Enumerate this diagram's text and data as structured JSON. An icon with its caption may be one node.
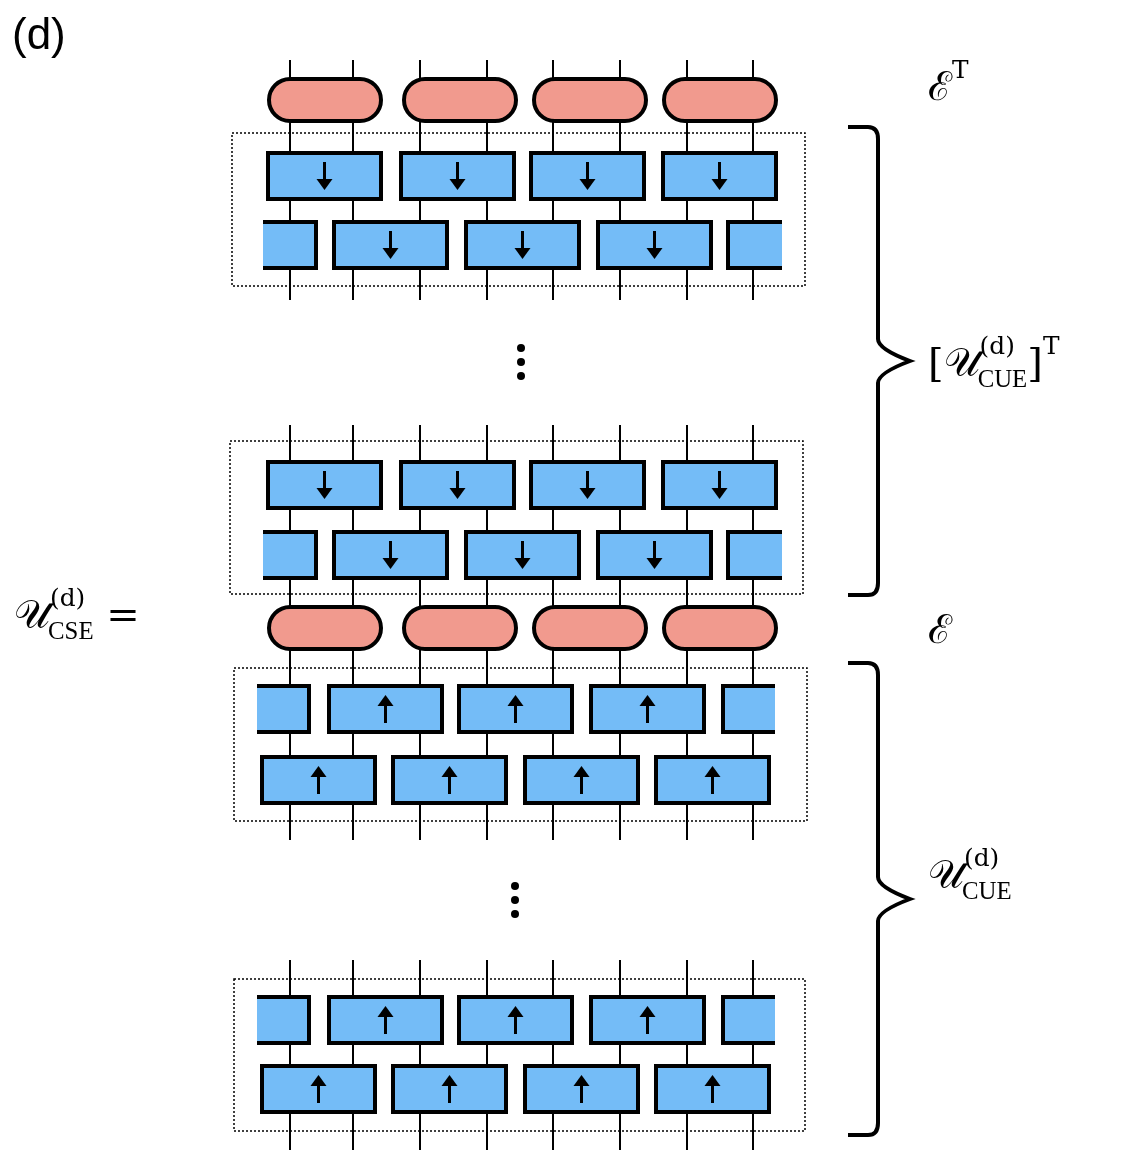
{
  "diagram": {
    "labels": [
      "(d)",
      "ℰ$^{T}$",
      "[𝒰$^{(d)}$$_{CUE}$]$^{T}$",
      "𝒰$^{(d)}$$_{CSE}$ =",
      "ℰ",
      "𝒰$^{(d)}$$_{CUE}$"
    ]
  }
}
